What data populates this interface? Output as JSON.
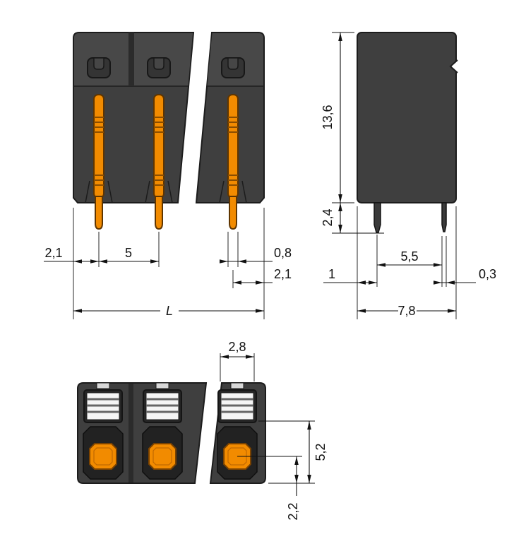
{
  "drawing": {
    "component": "terminal-block-dimensional-drawing",
    "front_view": {
      "edge_to_pin_left": "2,1",
      "pin_pitch": "5",
      "pin_width": "0,8",
      "edge_to_pin_right": "2,1",
      "total_length": "L"
    },
    "side_view": {
      "housing_height": "13,6",
      "pin_length": "2,4",
      "edge_to_pin": "1",
      "pin_spacing": "5,5",
      "pin_thickness": "0,3",
      "housing_depth": "7,8"
    },
    "top_view": {
      "pusher_width": "2,8",
      "clamp_height": "5,2",
      "center_offset": "2,2"
    },
    "colors": {
      "housing_gray": "#3f3f3f",
      "housing_light": "#484848",
      "contact_orange": "#f28b00",
      "outline": "#1c1c1c",
      "dimension_black": "#111111",
      "actuator_white": "#f5f5f5"
    }
  }
}
